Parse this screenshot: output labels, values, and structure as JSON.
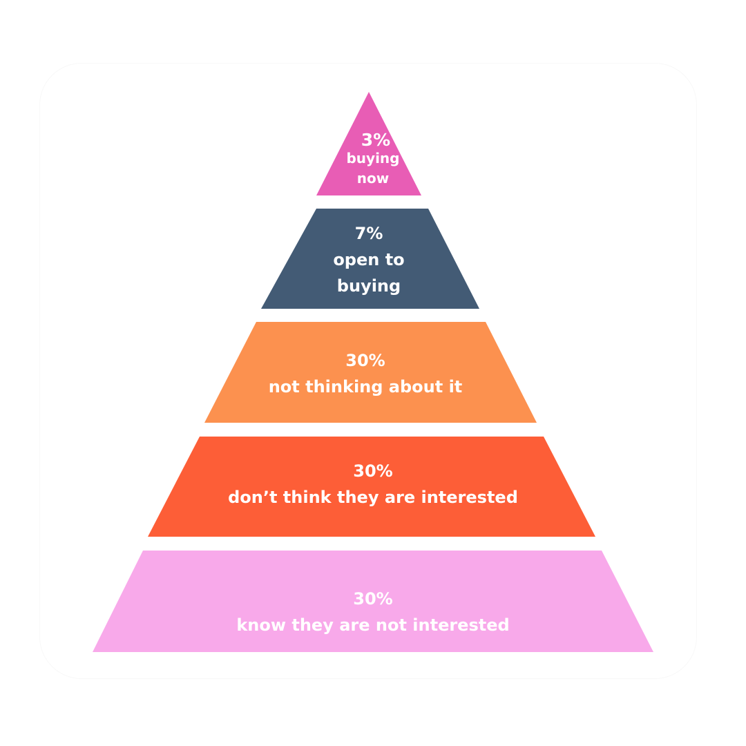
{
  "pyramid": {
    "tiers": [
      {
        "percent": "3%",
        "label_lines": [
          "buying",
          "now"
        ],
        "color": "#E85DB5"
      },
      {
        "percent": "7%",
        "label_lines": [
          "open to",
          "buying"
        ],
        "color": "#435B75"
      },
      {
        "percent": "30%",
        "label_lines": [
          "not thinking about it"
        ],
        "color": "#FC914F"
      },
      {
        "percent": "30%",
        "label_lines": [
          "don’t think they are interested"
        ],
        "color": "#FD5E37"
      },
      {
        "percent": "30%",
        "label_lines": [
          "know they are not interested"
        ],
        "color": "#F8A9EA"
      }
    ]
  }
}
